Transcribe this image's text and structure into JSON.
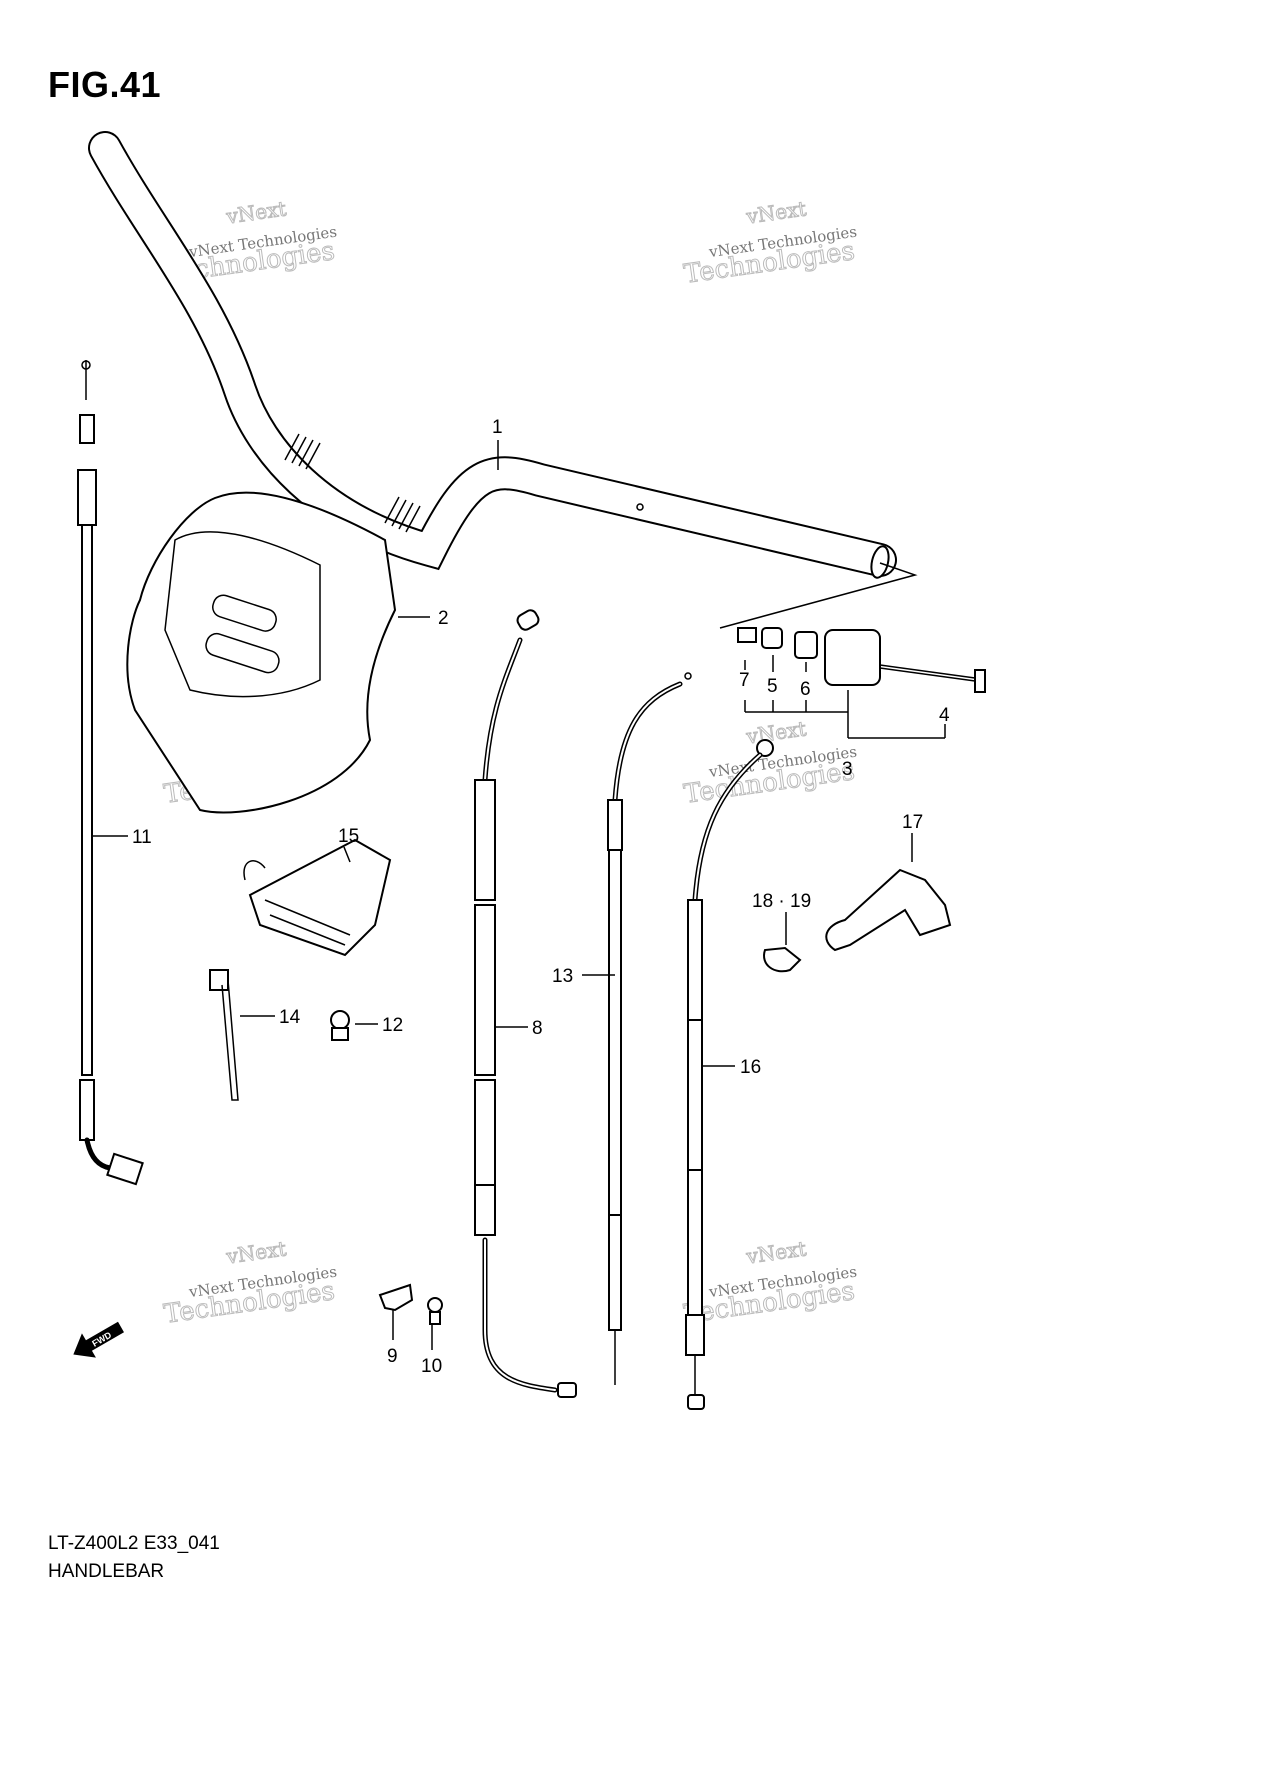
{
  "figure": {
    "title": "FIG.41",
    "model_code": "LT-Z400L2 E33_041",
    "section_name": "HANDLEBAR"
  },
  "watermark": {
    "line1": "vNext Technologies",
    "line2": "Technologies",
    "line3": "vNext"
  },
  "fwd_badge": "FWD",
  "callouts": {
    "c1": "1",
    "c2": "2",
    "c3": "3",
    "c4": "4",
    "c5": "5",
    "c6": "6",
    "c7": "7",
    "c8": "8",
    "c9": "9",
    "c10": "10",
    "c11": "11",
    "c12": "12",
    "c13": "13",
    "c14": "14",
    "c15": "15",
    "c16": "16",
    "c17": "17",
    "c18_19": "18 · 19"
  },
  "colors": {
    "line": "#000000",
    "watermark": "#bbbbbb",
    "background": "#ffffff"
  }
}
